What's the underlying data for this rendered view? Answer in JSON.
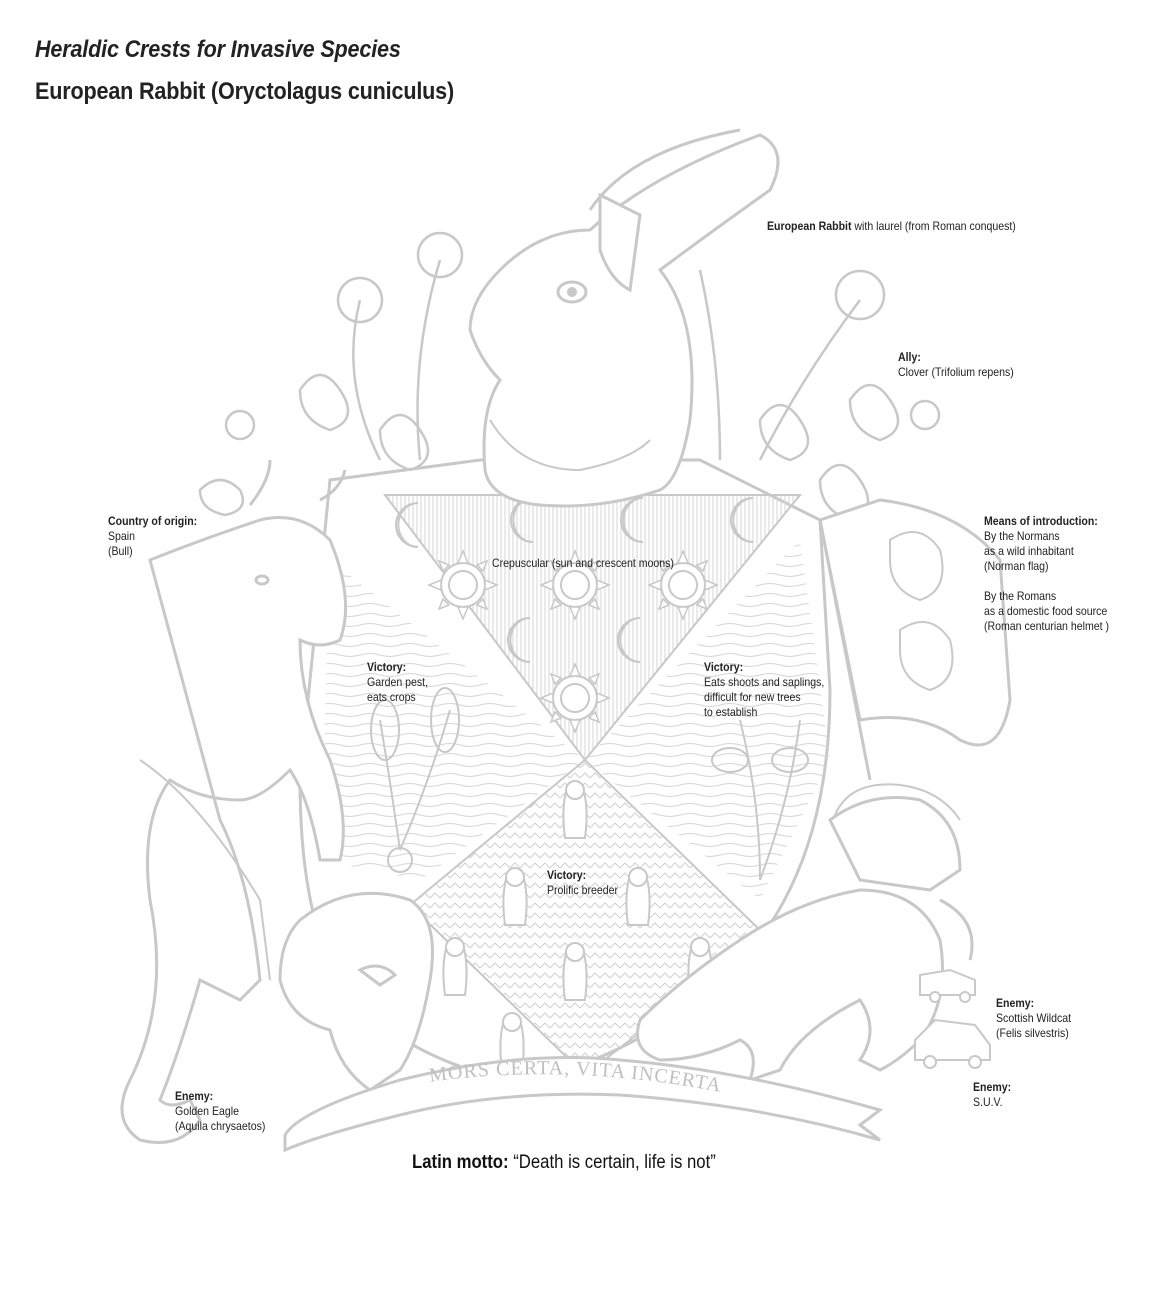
{
  "header": {
    "title": "Heraldic Crests for Invasive Species",
    "subtitle": "European Rabbit (Oryctolagus cuniculus)"
  },
  "colors": {
    "line_art": "#c8c8c8",
    "text": "#222222"
  },
  "annotations": {
    "rabbit": {
      "label": "European Rabbit",
      "text": " with laurel (from Roman conquest)"
    },
    "ally": {
      "label": "Ally:",
      "lines": [
        "Clover (Trifolium repens)"
      ]
    },
    "origin": {
      "label": "Country of origin:",
      "lines": [
        "Spain",
        "(Bull)"
      ]
    },
    "means": {
      "label": "Means of introduction:",
      "lines": [
        "By the Normans",
        "as a wild inhabitant",
        "(Norman flag)",
        "",
        "By the Romans",
        "as a domestic food source",
        "(Roman centurian helmet )"
      ]
    },
    "crepuscular": {
      "text": "Crepuscular (sun and crescent moons)"
    },
    "victory_garden": {
      "label": "Victory:",
      "lines": [
        "Garden pest,",
        "eats crops"
      ]
    },
    "victory_shoots": {
      "label": "Victory:",
      "lines": [
        "Eats shoots and saplings,",
        "difficult for new trees",
        "to establish"
      ]
    },
    "victory_breeder": {
      "label": "Victory:",
      "lines": [
        "Prolific breeder"
      ]
    },
    "enemy_wildcat": {
      "label": "Enemy:",
      "lines": [
        "Scottish Wildcat",
        "(Felis silvestris)"
      ]
    },
    "enemy_suv": {
      "label": "Enemy:",
      "lines": [
        "S.U.V."
      ]
    },
    "enemy_eagle": {
      "label": "Enemy:",
      "lines": [
        "Golden Eagle",
        "(Aquila chrysaetos)"
      ]
    }
  },
  "motto": {
    "banner_text": "MORS CERTA, VITA INCERTA",
    "caption_label": "Latin motto:",
    "caption_text": " “Death is certain, life is not”"
  }
}
